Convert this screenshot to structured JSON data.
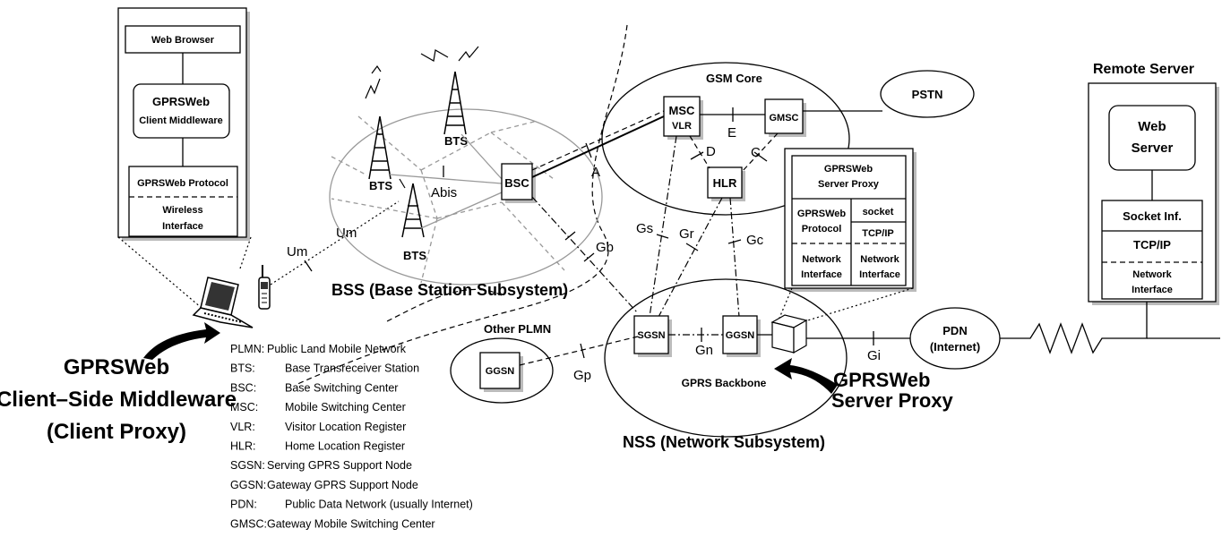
{
  "client_stack": {
    "web_browser": "Web Browser",
    "middleware": [
      "GPRSWeb",
      "Client Middleware"
    ],
    "protocol": "GPRSWeb Protocol",
    "wireless": [
      "Wireless",
      "Interface"
    ]
  },
  "client_caption": [
    "GPRSWeb",
    "Client–Side Middleware",
    "(Client Proxy)"
  ],
  "bss": {
    "bts_labels": [
      "BTS",
      "BTS",
      "BTS"
    ],
    "bsc": "BSC",
    "abis": "Abis",
    "caption": "BSS (Base Station Subsystem)"
  },
  "interfaces": {
    "um": [
      "Um",
      "Um"
    ],
    "a": "A",
    "gb": "Gb",
    "e": "E",
    "d": "D",
    "c": "C",
    "gs": "Gs",
    "gr": "Gr",
    "gc": "Gc",
    "gn": "Gn",
    "gi": "Gi",
    "gp": "Gp"
  },
  "gsm_core": {
    "title": "GSM Core",
    "msc": "MSC",
    "vlr": "VLR",
    "gmsc": "GMSC",
    "hlr": "HLR"
  },
  "pstn": "PSTN",
  "proxy_stack": {
    "title": [
      "GPRSWeb",
      "Server Proxy"
    ],
    "left": [
      "GPRSWeb",
      "Protocol"
    ],
    "socket": "socket",
    "tcpip": "TCP/IP",
    "net_left": [
      "Network",
      "Interface"
    ],
    "net_right": [
      "Network",
      "Interface"
    ]
  },
  "remote_server": {
    "title": "Remote Server",
    "web_server": [
      "Web",
      "Server"
    ],
    "socket": "Socket Inf.",
    "tcpip": "TCP/IP",
    "net": [
      "Network",
      "Interface"
    ]
  },
  "gprs_backbone": {
    "sgsn": "SGSN",
    "ggsn": "GGSN",
    "title": "GPRS Backbone"
  },
  "other_plmn": {
    "title": "Other PLMN",
    "ggsn": "GGSN"
  },
  "pdn": [
    "PDN",
    "(Internet)"
  ],
  "server_caption": [
    "GPRSWeb",
    "Server Proxy"
  ],
  "nss_caption": "NSS (Network Subsystem)",
  "legend": [
    [
      "PLMN:",
      "Public Land Mobile Network"
    ],
    [
      "BTS:",
      "Base Transreceiver Station"
    ],
    [
      "BSC:",
      "Base Switching Center"
    ],
    [
      "MSC:",
      "Mobile Switching Center"
    ],
    [
      "VLR:",
      "Visitor Location Register"
    ],
    [
      "HLR:",
      "Home Location Register"
    ],
    [
      "SGSN:",
      "Serving GPRS Support Node"
    ],
    [
      "GGSN:",
      "Gateway GPRS Support Node"
    ],
    [
      "PDN:",
      "Public Data Network (usually Internet)"
    ],
    [
      "GMSC:",
      "Gateway Mobile Switching Center"
    ]
  ]
}
